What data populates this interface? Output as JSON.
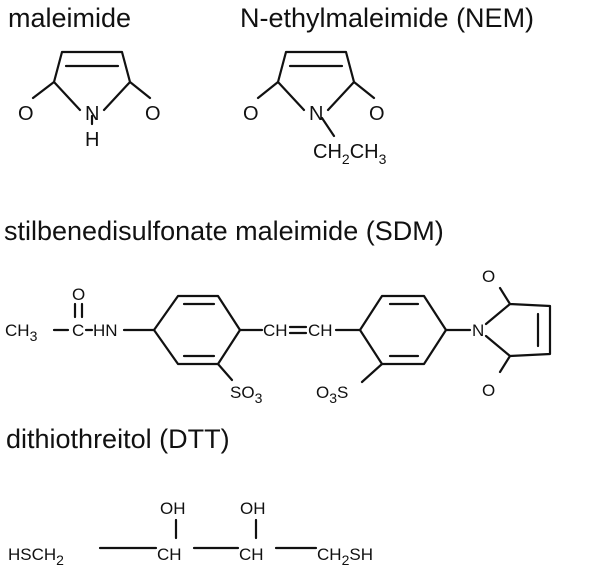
{
  "figure": {
    "titles": {
      "maleimide": "maleimide",
      "nem": "N-ethylmaleimide (NEM)",
      "sdm": "stilbenedisulfonate maleimide (SDM)",
      "dtt": "dithiothreitol (DTT)"
    },
    "maleimide": {
      "o_left": "O",
      "n": "N",
      "o_right": "O",
      "h": "H"
    },
    "nem": {
      "o_left": "O",
      "n": "N",
      "o_right": "O",
      "ethyl": {
        "ch2_main": "CH",
        "ch2_sub": "2",
        "ch3_main": "CH",
        "ch3_sub": "3"
      }
    },
    "sdm": {
      "acetyl_o": "O",
      "ch3_main": "CH",
      "ch3_sub": "3",
      "carbon": "C",
      "hn": "HN",
      "vinyl_left": "CH",
      "vinyl_right": "CH",
      "so3_left_main": "SO",
      "so3_left_sub": "3",
      "so3_right_o": "O",
      "so3_right_o_sub": "3",
      "so3_right_s": "S",
      "n": "N",
      "o_top": "O",
      "o_bottom": "O"
    },
    "dtt": {
      "hsch2_main": "HSCH",
      "hsch2_sub": "2",
      "ch_left": "CH",
      "ch_right": "CH",
      "oh_left": "OH",
      "oh_right": "OH",
      "ch2sh_main": "CH",
      "ch2sh_sub": "2",
      "ch2sh_tail": "SH"
    }
  }
}
